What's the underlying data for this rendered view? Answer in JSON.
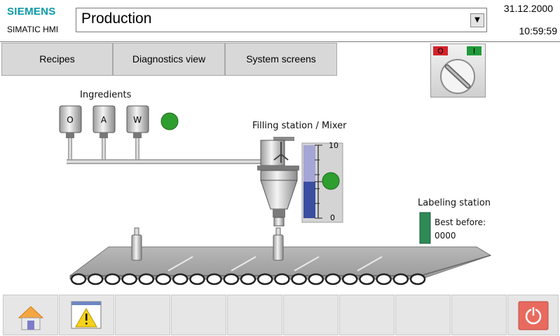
{
  "header": {
    "brand": "SIEMENS",
    "product": "SIMATIC HMI",
    "screen_title": "Production",
    "date": "31.12.2000",
    "time": "10:59:59"
  },
  "nav": {
    "buttons": [
      {
        "label": "Recipes"
      },
      {
        "label": "Diagnostics view"
      },
      {
        "label": "System screens"
      }
    ]
  },
  "switch": {
    "off_label": "O",
    "on_label": "I"
  },
  "ingredients": {
    "title": "Ingredients",
    "tanks": [
      {
        "label": "O"
      },
      {
        "label": "A"
      },
      {
        "label": "W"
      }
    ],
    "status_color": "#2e9e2e"
  },
  "mixer": {
    "title": "Filling station / Mixer",
    "gauge_max": "10",
    "gauge_min": "0",
    "fill_level": 0.5,
    "status_color": "#2e9e2e"
  },
  "labeling": {
    "title": "Labeling station",
    "best_before_label": "Best before:",
    "best_before_value": "0000",
    "indicator_color": "#2e8a57"
  },
  "footer": {
    "icons": [
      "home-icon",
      "warning-icon",
      "power-icon"
    ],
    "power_color": "#e86a5e"
  }
}
